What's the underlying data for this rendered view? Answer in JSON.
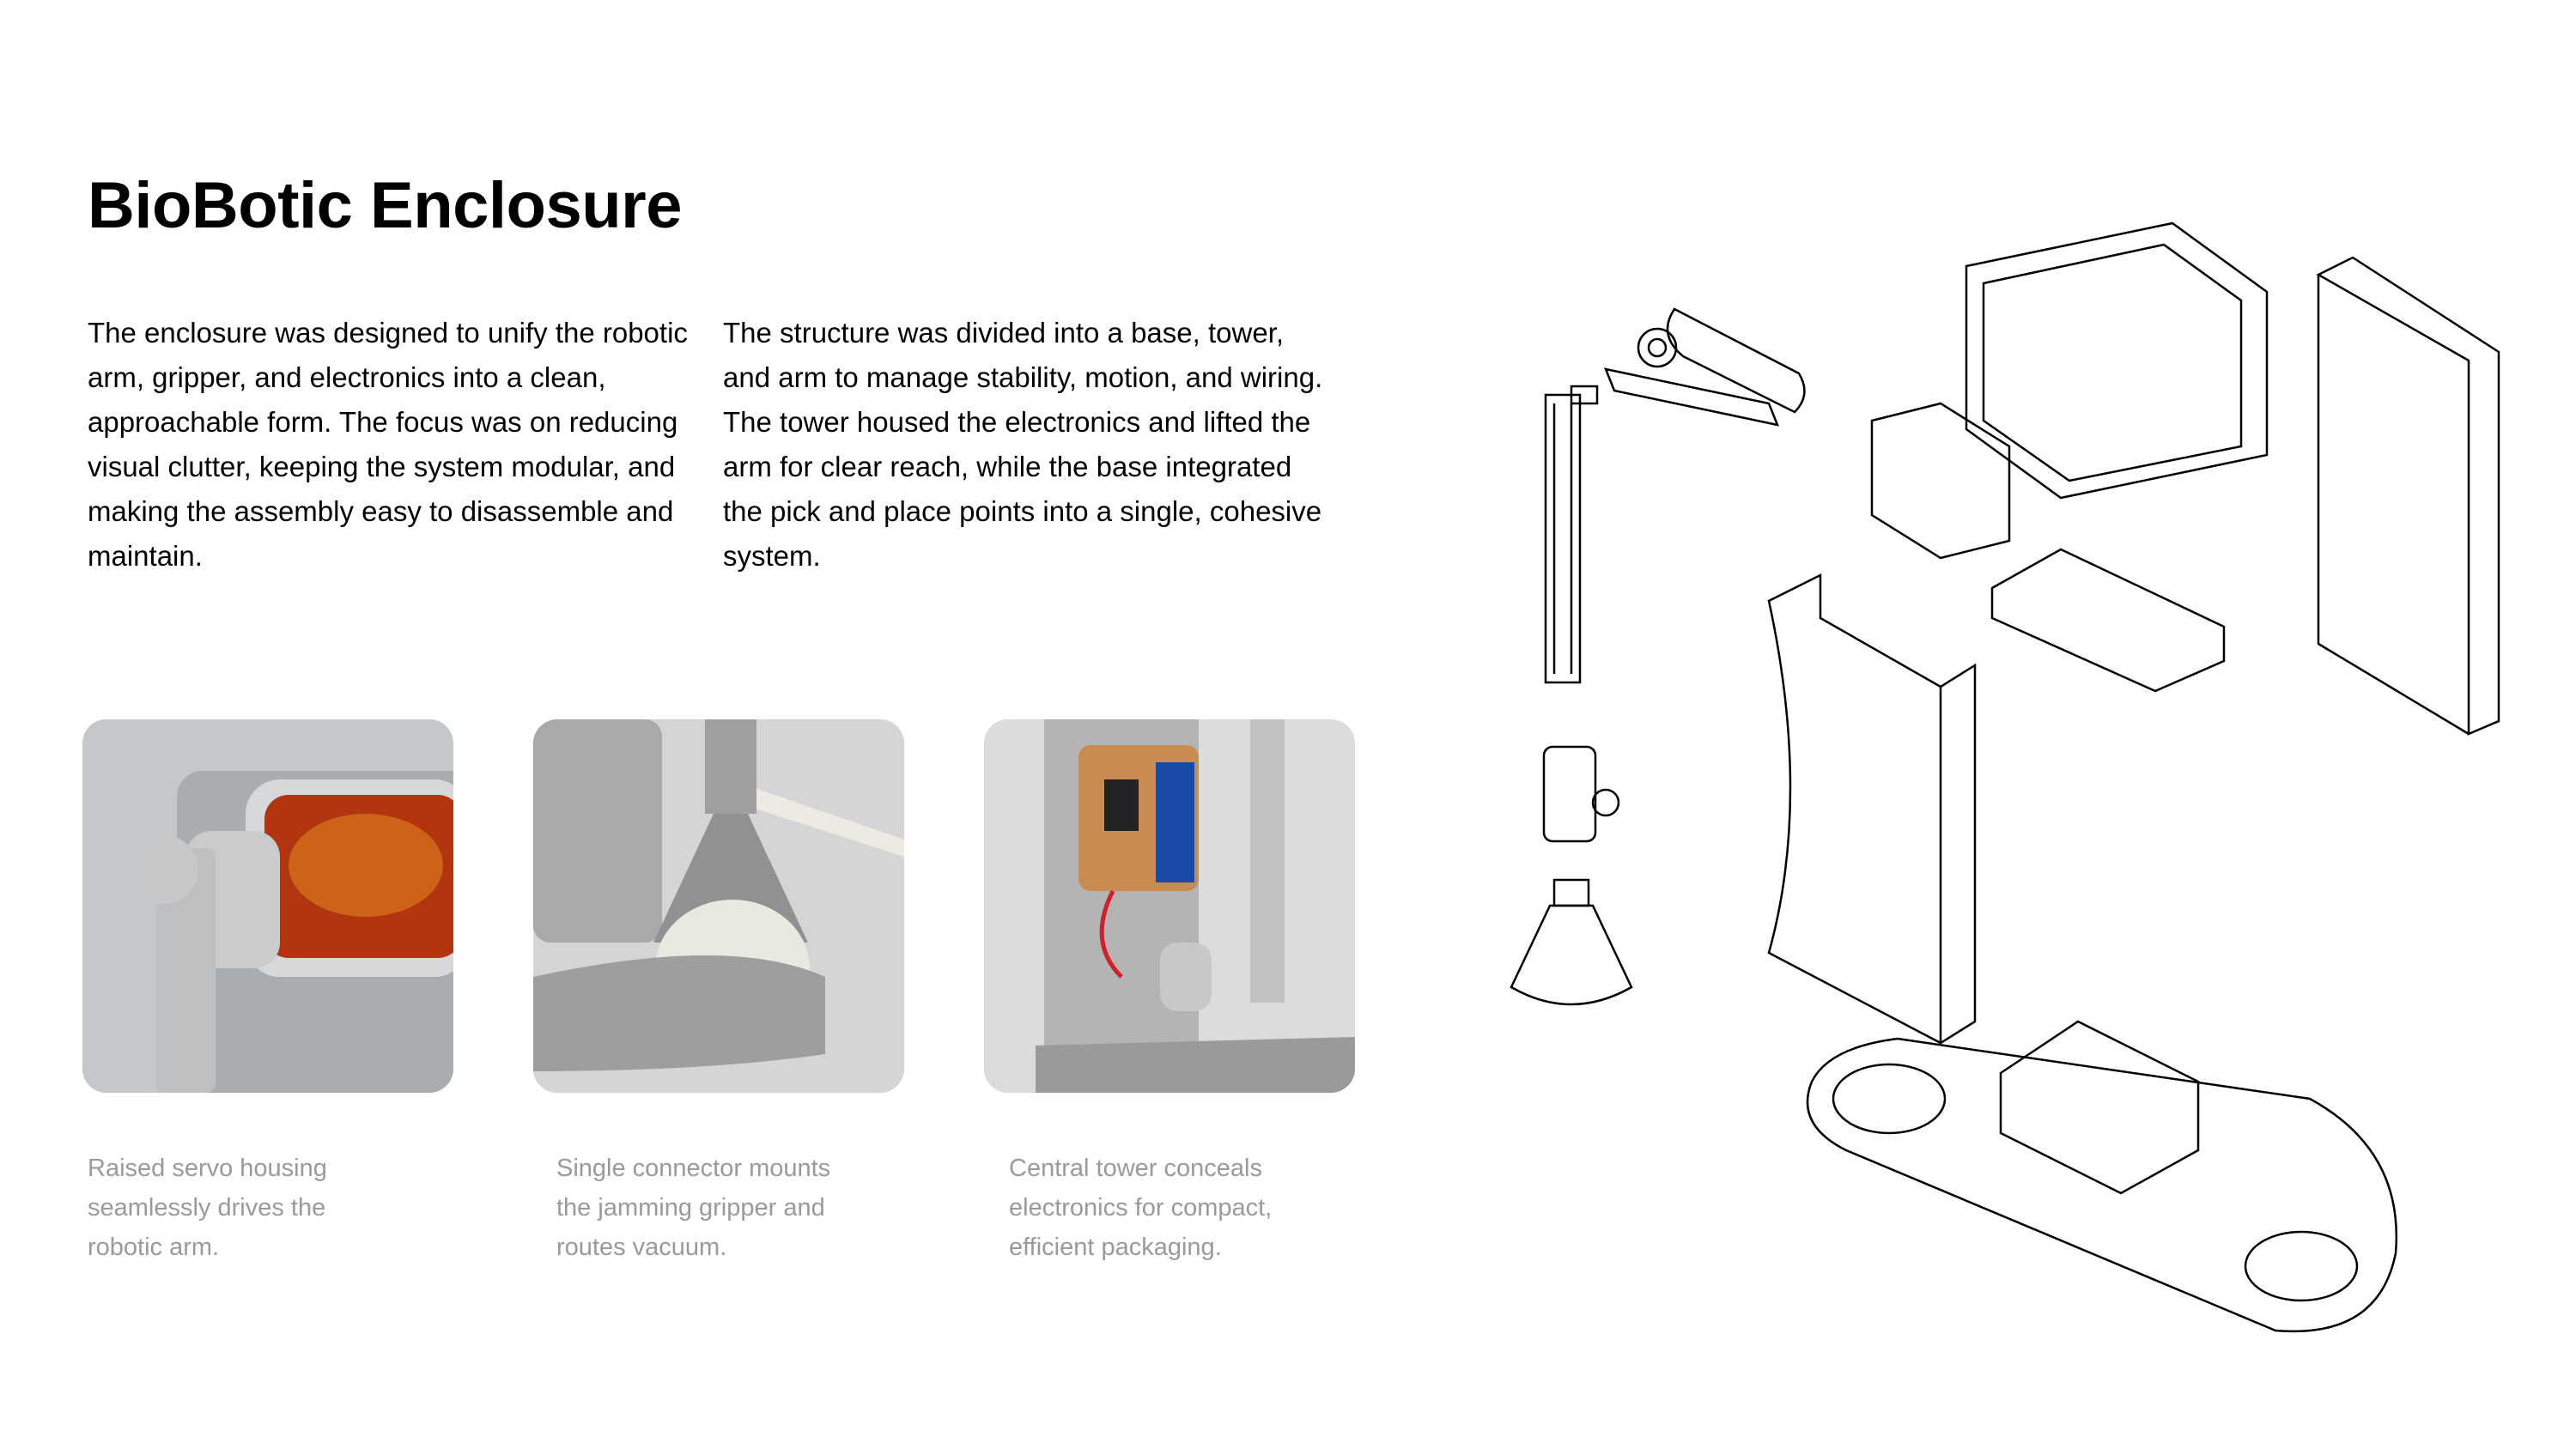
{
  "title": "BioBotic Enclosure",
  "paragraphs": [
    "The enclosure was designed to unify the robotic arm, gripper, and electronics into a clean, approachable form. The focus was on reducing visual clutter, keeping the system modular, and making the assembly easy to disassemble and maintain.",
    "The structure was divided into a base, tower, and arm to manage stability, motion, and wiring. The tower housed the electronics and lifted the arm for clear reach, while the base integrated the pick and place points into a single, cohesive system."
  ],
  "photos": [
    {
      "caption": "Raised servo housing seamlessly drives the robotic arm."
    },
    {
      "caption": "Single connector mounts the jamming gripper and routes vacuum."
    },
    {
      "caption": "Central tower conceals electronics for compact, efficient packaging."
    }
  ]
}
